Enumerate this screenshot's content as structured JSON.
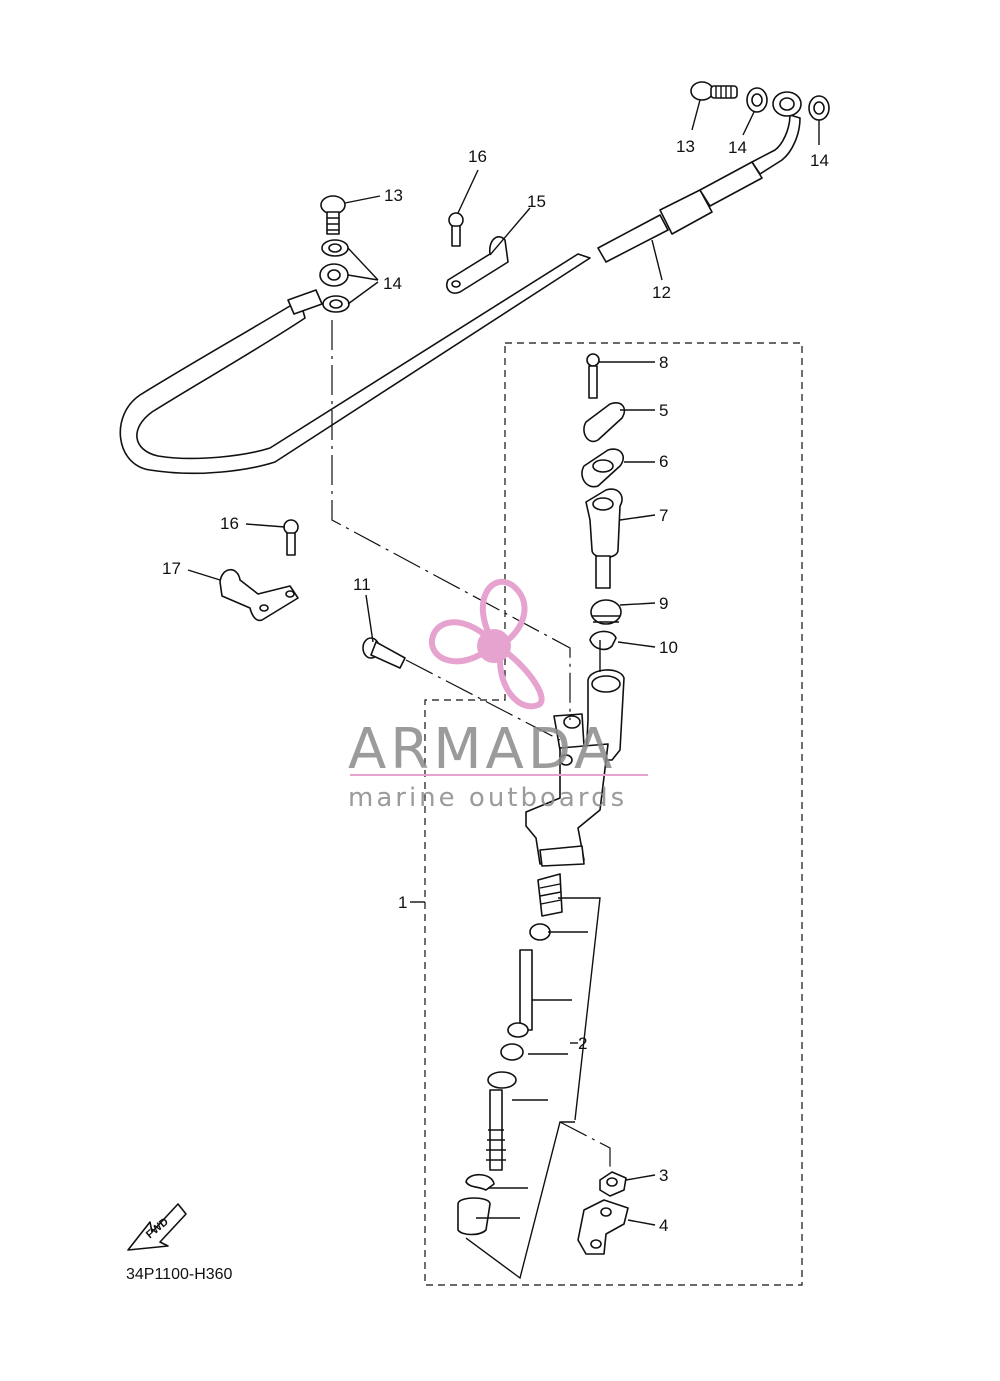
{
  "diagram": {
    "part_code": "34P1100-H360",
    "fwd_label": "FWD",
    "callouts": {
      "c1": "1",
      "c2": "2",
      "c3": "3",
      "c4": "4",
      "c5": "5",
      "c6": "6",
      "c7": "7",
      "c8": "8",
      "c9": "9",
      "c10": "10",
      "c11": "11",
      "c12": "12",
      "c13a": "13",
      "c13b": "13",
      "c14a": "14",
      "c14b": "14",
      "c14c": "14",
      "c15": "15",
      "c16a": "16",
      "c16b": "16",
      "c17": "17"
    }
  },
  "watermark": {
    "brand": "ARMADA",
    "tagline": "marine outboards",
    "accent_color": "#e6a3cf",
    "text_color": "#8a8a8a"
  }
}
